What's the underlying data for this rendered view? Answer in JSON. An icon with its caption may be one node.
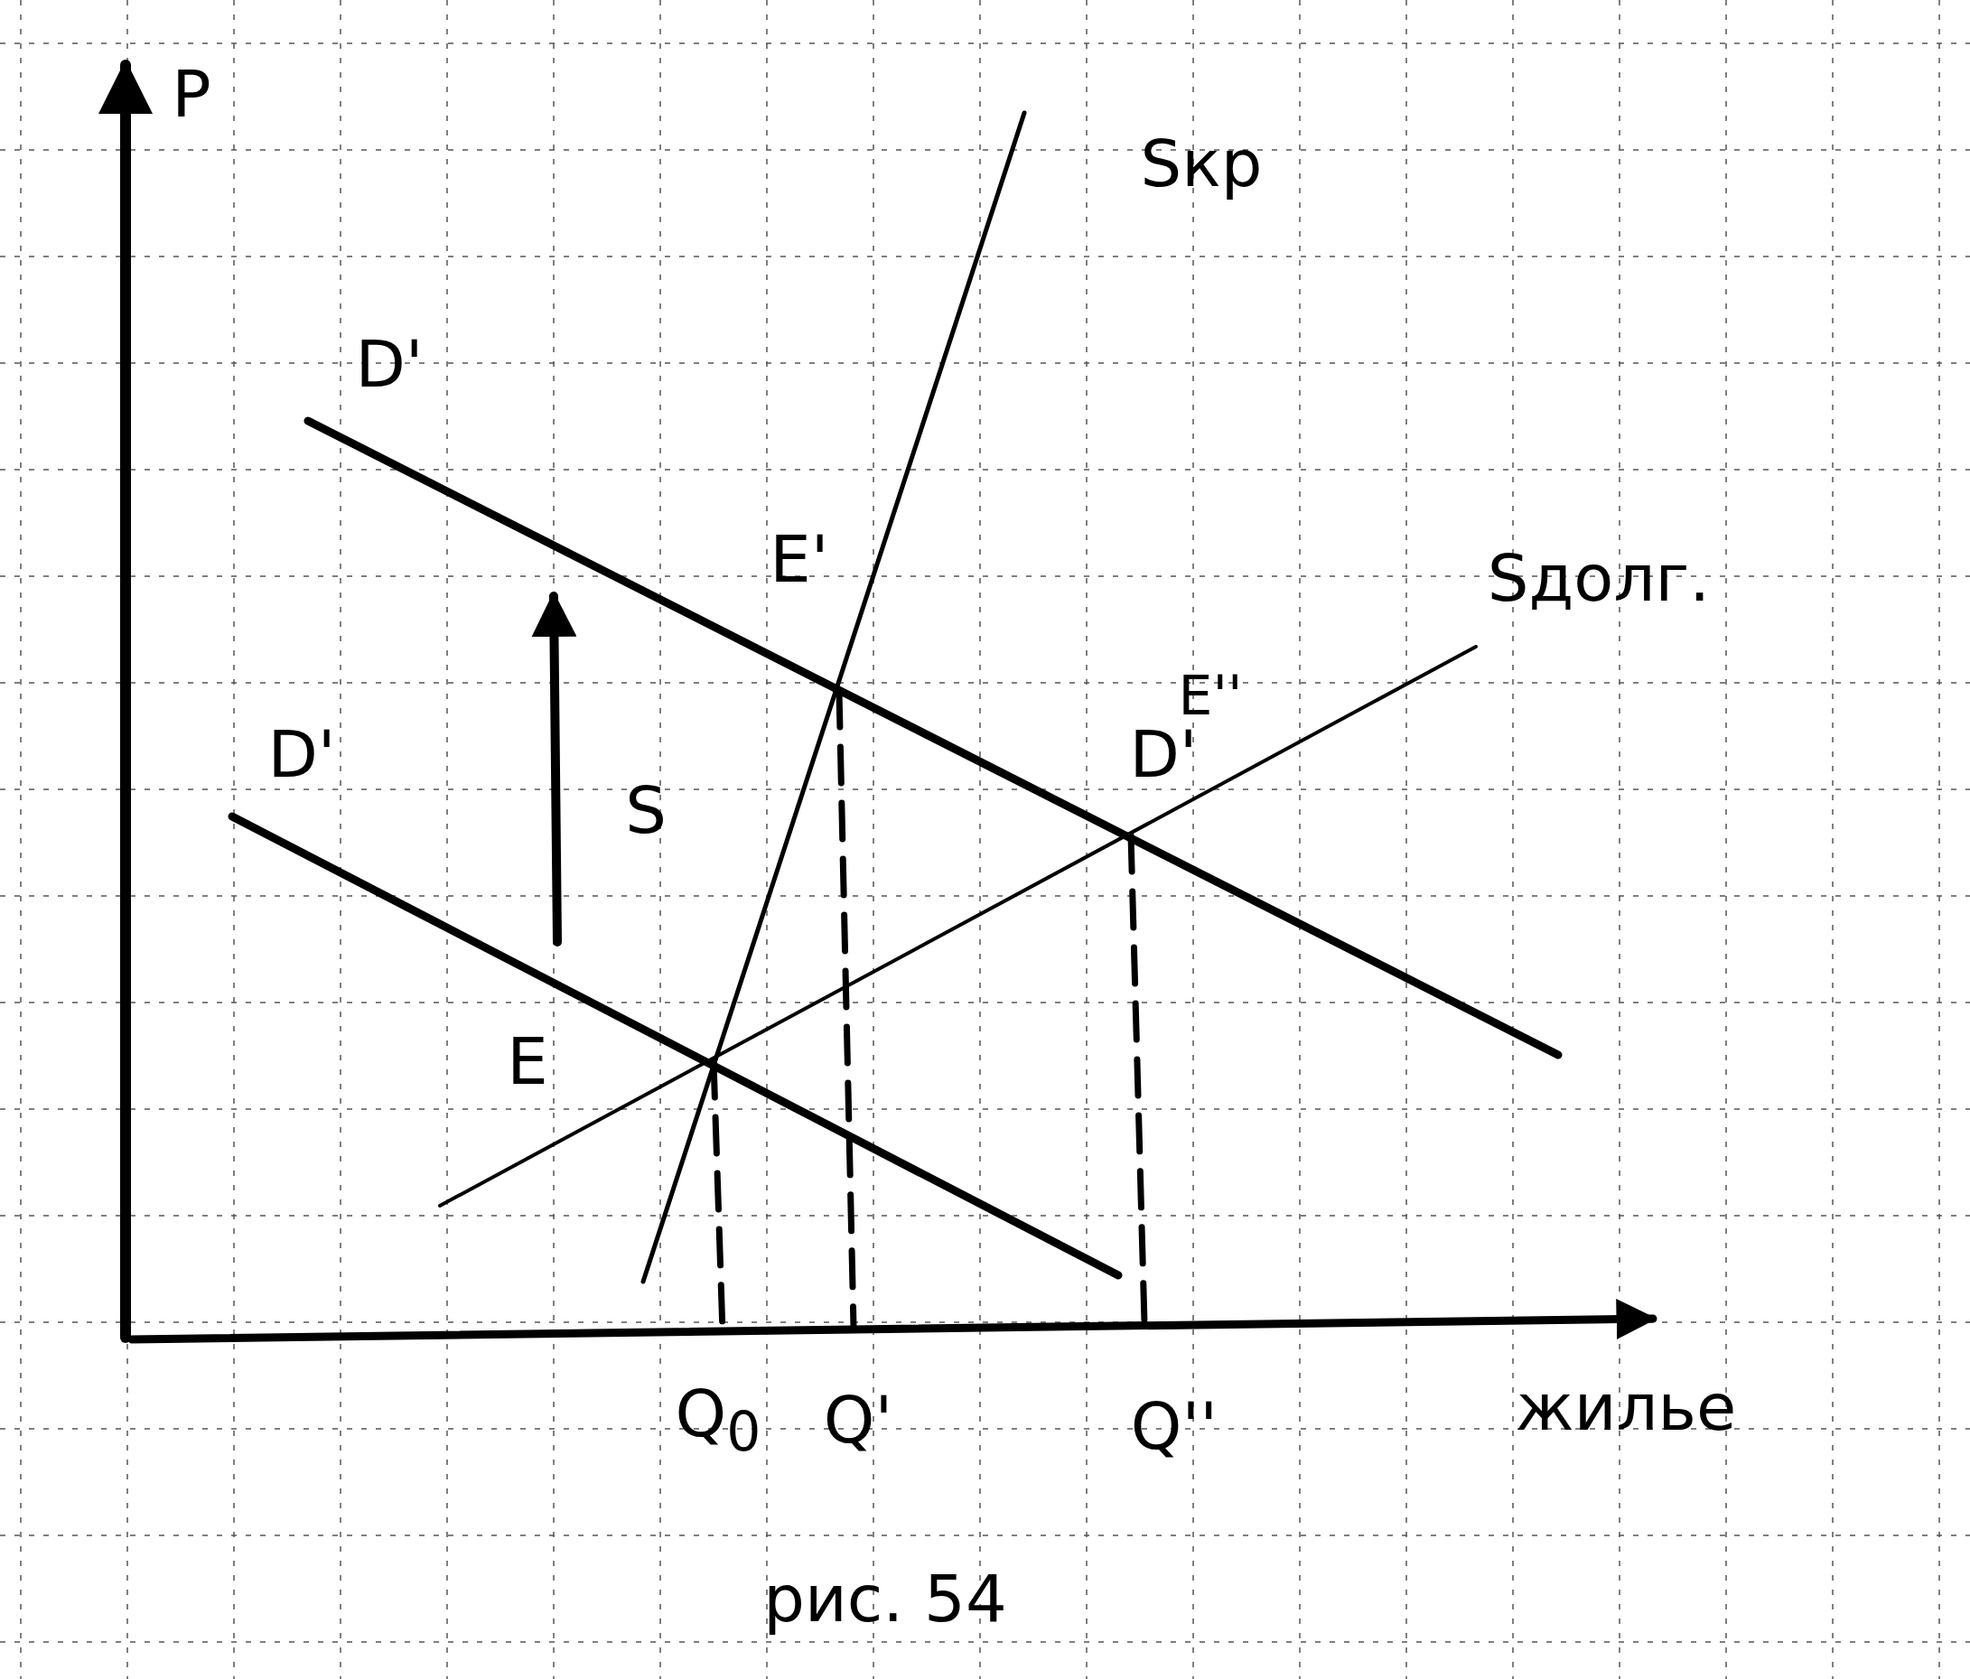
{
  "diagram": {
    "caption": "рис. 54",
    "labels": [
      "P",
      "Sкр",
      "D'",
      "E'",
      "Sдолг.",
      "D'",
      "E''",
      "S",
      "D'",
      "E",
      "Q$_{0}$",
      "Q'",
      "Q''",
      "жилье"
    ]
  }
}
